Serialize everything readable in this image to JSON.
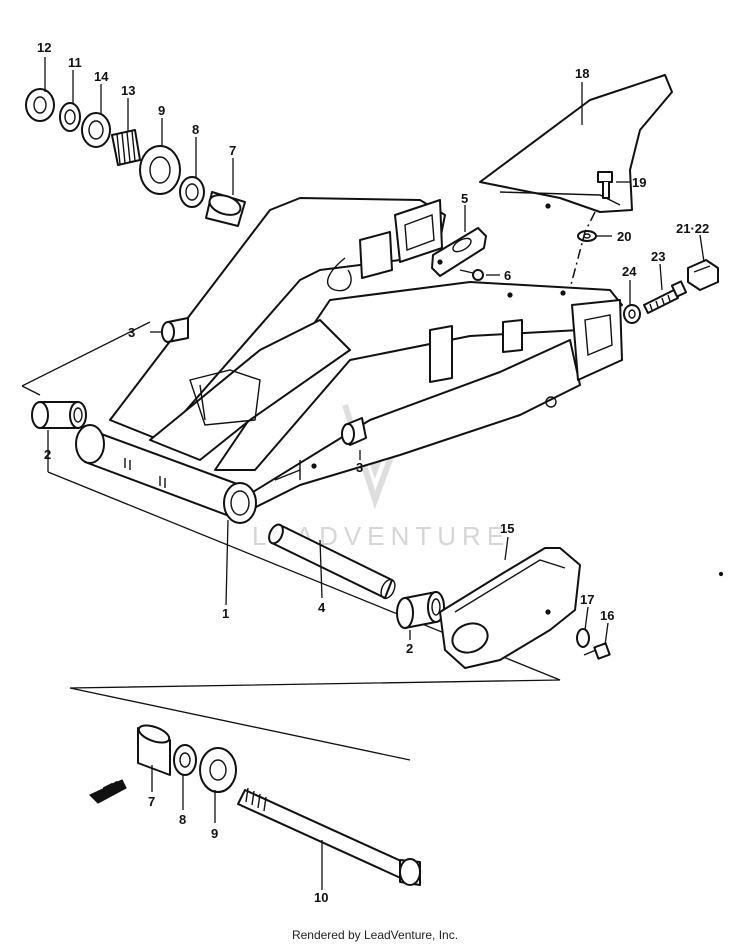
{
  "watermark": "LEADVENTURE",
  "footer": "Rendered by LeadVenture, Inc.",
  "callouts": {
    "c1": "1",
    "c2a": "2",
    "c2b": "2",
    "c3a": "3",
    "c3b": "3",
    "c4": "4",
    "c5": "5",
    "c6": "6",
    "c7a": "7",
    "c7b": "7",
    "c8a": "8",
    "c8b": "8",
    "c9a": "9",
    "c9b": "9",
    "c10": "10",
    "c11": "11",
    "c12": "12",
    "c13": "13",
    "c14": "14",
    "c15": "15",
    "c16": "16",
    "c17": "17",
    "c18": "18",
    "c19": "19",
    "c20": "20",
    "c21_22": "21·22",
    "c23": "23",
    "c24": "24"
  }
}
